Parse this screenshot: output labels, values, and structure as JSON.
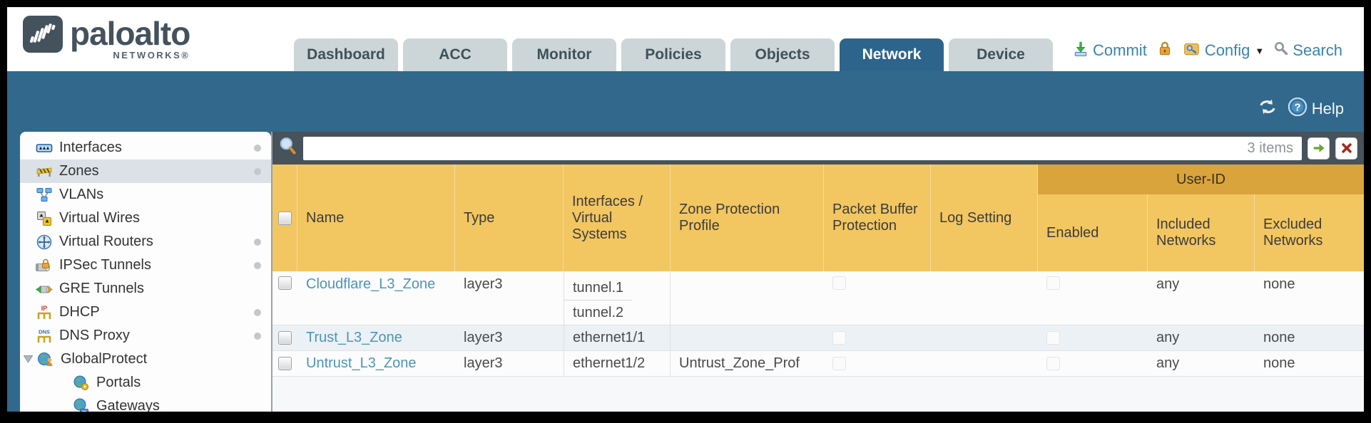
{
  "colors": {
    "teal": "#31688c",
    "tab_inactive": "#ccd5d8",
    "header_yellow": "#f2c661",
    "userid_band": "#d9a43c",
    "link_blue": "#4d94b8",
    "filter_bar": "#47525b",
    "action_blue": "#3884ad"
  },
  "icons": {
    "caret_down": "▼"
  },
  "header": {
    "logo": {
      "brand": "paloalto",
      "networks": "NETWORKS®"
    },
    "tabs": [
      {
        "label": "Dashboard",
        "active": false
      },
      {
        "label": "ACC",
        "active": false
      },
      {
        "label": "Monitor",
        "active": false
      },
      {
        "label": "Policies",
        "active": false
      },
      {
        "label": "Objects",
        "active": false
      },
      {
        "label": "Network",
        "active": true
      },
      {
        "label": "Device",
        "active": false
      }
    ],
    "actions": {
      "commit": "Commit",
      "config": "Config",
      "search": "Search"
    }
  },
  "toolbar": {
    "help": "Help"
  },
  "sidebar": {
    "items": [
      {
        "label": "Interfaces",
        "has_dot": true,
        "selected": false
      },
      {
        "label": "Zones",
        "has_dot": true,
        "selected": true
      },
      {
        "label": "VLANs",
        "has_dot": false,
        "selected": false
      },
      {
        "label": "Virtual Wires",
        "has_dot": false,
        "selected": false
      },
      {
        "label": "Virtual Routers",
        "has_dot": true,
        "selected": false
      },
      {
        "label": "IPSec Tunnels",
        "has_dot": true,
        "selected": false
      },
      {
        "label": "GRE Tunnels",
        "has_dot": false,
        "selected": false
      },
      {
        "label": "DHCP",
        "has_dot": true,
        "selected": false
      },
      {
        "label": "DNS Proxy",
        "has_dot": true,
        "selected": false
      },
      {
        "label": "GlobalProtect",
        "has_dot": false,
        "selected": false,
        "expanded": true
      },
      {
        "label": "Portals",
        "has_dot": false,
        "selected": false,
        "child": true
      },
      {
        "label": "Gateways",
        "has_dot": false,
        "selected": false,
        "child": true
      }
    ]
  },
  "filter": {
    "query": "",
    "count": "3 items"
  },
  "table": {
    "group_header": "User-ID",
    "columns": {
      "name": "Name",
      "type": "Type",
      "interfaces": "Interfaces / Virtual Systems",
      "zone_protection": "Zone Protection Profile",
      "packet_buffer": "Packet Buffer Protection",
      "log_setting": "Log Setting",
      "enabled": "Enabled",
      "included": "Included Networks",
      "excluded": "Excluded Networks"
    },
    "rows": [
      {
        "name": "Cloudflare_L3_Zone",
        "type": "layer3",
        "interfaces": [
          "tunnel.1",
          "tunnel.2"
        ],
        "zone_protection": "",
        "log_setting": "",
        "included": "any",
        "excluded": "none"
      },
      {
        "name": "Trust_L3_Zone",
        "type": "layer3",
        "interfaces": [
          "ethernet1/1"
        ],
        "zone_protection": "",
        "log_setting": "",
        "included": "any",
        "excluded": "none"
      },
      {
        "name": "Untrust_L3_Zone",
        "type": "layer3",
        "interfaces": [
          "ethernet1/2"
        ],
        "zone_protection": "Untrust_Zone_Prof",
        "log_setting": "",
        "included": "any",
        "excluded": "none"
      }
    ]
  }
}
